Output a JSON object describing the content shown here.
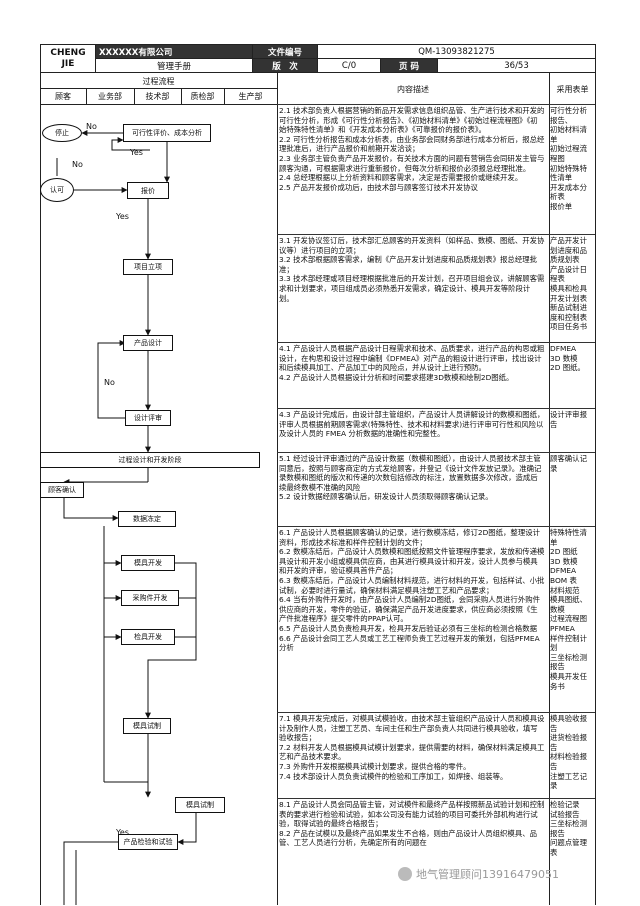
{
  "header": {
    "company": "CHENG\nJIE",
    "company_name": "XXXXXX有限公司",
    "manual": "管理手册",
    "doc_no_label": "文件编号",
    "doc_no": "QM-13093821275",
    "version_label": "版　次",
    "version": "C/0",
    "page_label": "页 码",
    "page": "36/53"
  },
  "table_header": {
    "process": "过程流程",
    "columns": [
      "顾客",
      "业务部",
      "技术部",
      "质检部",
      "生产部"
    ],
    "content": "内容描述",
    "forms": "采用表单"
  },
  "flow": {
    "stop": "停止",
    "feasibility": "可行性评价、成本分析",
    "approve": "认可",
    "quote": "报价",
    "project": "项目立项",
    "design": "产品设计",
    "review": "设计评审",
    "stage": "过程设计和开发阶段",
    "customer_confirm": "顾客确认",
    "data_freeze": "数据冻定",
    "mold_dev": "模具开发",
    "purchase_dev": "采购件开发",
    "fixture_dev": "检具开发",
    "mold_trial": "模具试制",
    "mold_trial2": "模具试制",
    "product_test": "产品检验和试验",
    "no": "No",
    "yes": "Yes"
  },
  "rows": [
    {
      "desc": "2.1 技术部负责人根据营销的新品开发需求信息组织品管、生产进行技术和开发的可行性分析，形成《可行性分析报告》、《初始材料清单》《初始过程流程图》《初始特殊特性清单》和《开发成本分析表》《可靠报价的报价表》。\n2.2 可行性分析报告和成本分析表，由业务部会同财务部进行成本分析后，报总经理批准后，进行产品报价和前期开发洽谈；\n2.3 业务部主管负责产品开发报价，有关技术方面的问题有营销告会同研发主管与顾客沟通，可根据需求进行重新报价，但每次分析和报价必须报总经理批准。\n2.4 总经理根据以上分析资料和顾客需求，决定是否需要报价或继续开发。\n2.5 产品开发报价成功后，由技术部与顾客签订技术开发协议",
      "forms": "可行性分析报告、\n初始材料清单\n初始过程流程图\n初始特殊特性清单\n开发成本分析表\n报价单"
    },
    {
      "desc": "3.1 开发协议签订后，技术部汇总顾客的开发资料（如样品、数模、图纸、开发协议等）进行项目的立项；\n3.2 技术部根据顾客需求，编制《产品开发计划进度和品质规划表》报总经理批准；\n3.3 技术部经理或项目经理根据批准后的开发计划，召开项目组会议，讲解顾客需求和计划要求，项目组成员必须熟悉开发需求，确定设计、模具开发等阶段计划。",
      "forms": "产品开发计划进度和品质规划表\n产品设计日程表\n模具和检具开发计划表\n新品试制进度和控制表项目任务书"
    },
    {
      "desc": "4.1 产品设计人员根据产品设计日程需求和技术、品质要求，进行产品的构思或粗设计，在构思和设计过程中编制《DFMEA》对产品的粗设计进行评审，找出设计和后续模具加工、产品加工中的风险点，并从设计上进行预防。\n4.2 产品设计人员根据设计分析和时间要求搭建3D数模和绘制2D图纸。",
      "forms": "DFMEA\n3D 数模\n2D 图纸。"
    },
    {
      "desc": "4.3 产品设计完成后，由设计部主管组织，产品设计人员讲解设计的数模和图纸，评审人员根据前期顾客需求(特殊特性、技术和材料要求)进行评审可行性和风险以及设计人员的 FMEA 分析数据的准确性和完整性。",
      "forms": "设计评审报告"
    },
    {
      "desc": "5.1 经过设计评审通过的产品设计数据（数模和图纸），由设计人员报技术部主管同意后，按照与顾客商定的方式发给顾客，并登记《设计文件发放记录》。准确记录数模和图纸的版次和传递的次数包括修改的标注，放置数据多次修改，造成后续最终数模不准确的风险\n5.2 设计数据经顾客确认后，研发设计人员须取得顾客确认记录。",
      "forms": "顾客确认记录"
    },
    {
      "desc": "6.1 产品设计人员根据顾客确认的记录，进行数模冻结，修订2D图纸，整理设计资料，形成技术标准和样件控制计划的文件；\n6.2 数模冻结后，产品设计人员数模和图纸按照文件管理程序要求，发放和传递模具设计和开发小组或模具供应商，由其进行模具设计和开发，设计人员参与模具和开发的评审，验证模具首件产品；\n6.3 数模冻结后，产品设计人员编制材料规范，进行材料的开发，包括样试、小批试制，必要时进行量试，确保材料满足模具注塑工艺和产品要求；\n6.4 当有外购件开发时，由产品设计人员编制2D图纸，会同采购人员进行外购件供应商的开发，零件的验证，确保满足产品开发进度要求，供应商必须按照《生产件批准程序》提交零件的PPAP认可。\n6.5 产品设计人员负责检具开发，检具开发后验证必须有三坐标的检测合格数据\n6.6 产品设计会同工艺人员或工艺工程师负责工艺过程开发的策划，包括PFMEA分析",
      "forms": "特殊特性清单\n2D 图纸\n3D 数模\nDFMEA\nBOM 表\n材料规范\n模具图纸、数模\n过程流程图\nPFMEA\n样件控制计划\n三坐标检测报告\n模具开发任务书"
    },
    {
      "desc": "7.1 模具开发完成后，对模具试模验收，由技术部主管组织产品设计人员和模具设计及制作人员，注塑工艺员、车间主任和生产部负责人共同进行模具验收，填写验收报告；\n7.2 材料开发人员根据模具试模计划要求，提供需要的材料，确保材料满足模具工艺和产品技术要求。\n7.3 外购件开发根据模具试模计划要求，提供合格的零件。\n7.4 技术部设计人员负责试模件的检验和工序加工，如焊接、组装等。",
      "forms": "模具验收报告\n进货检验报告\n材料检验报告\n注塑工艺记录"
    },
    {
      "desc": "8.1 产品设计人员会同品管主管，对试模件和最终产品样按照新品试验计划和控制表的要求进行检验和试验，如本公司没有能力试验的项目可委托外部机构进行试验，取得试验的最终合格报告；\n8.2 产品在试模以及最终产品如果发生不合格，则由产品设计人员组织模具、品管、工艺人员进行分析，先确定所有的问题在",
      "forms": "检验记录\n试验报告\n三坐标检测报告\n问题点管理表"
    }
  ],
  "watermark": "地气管理顾问13916479051"
}
